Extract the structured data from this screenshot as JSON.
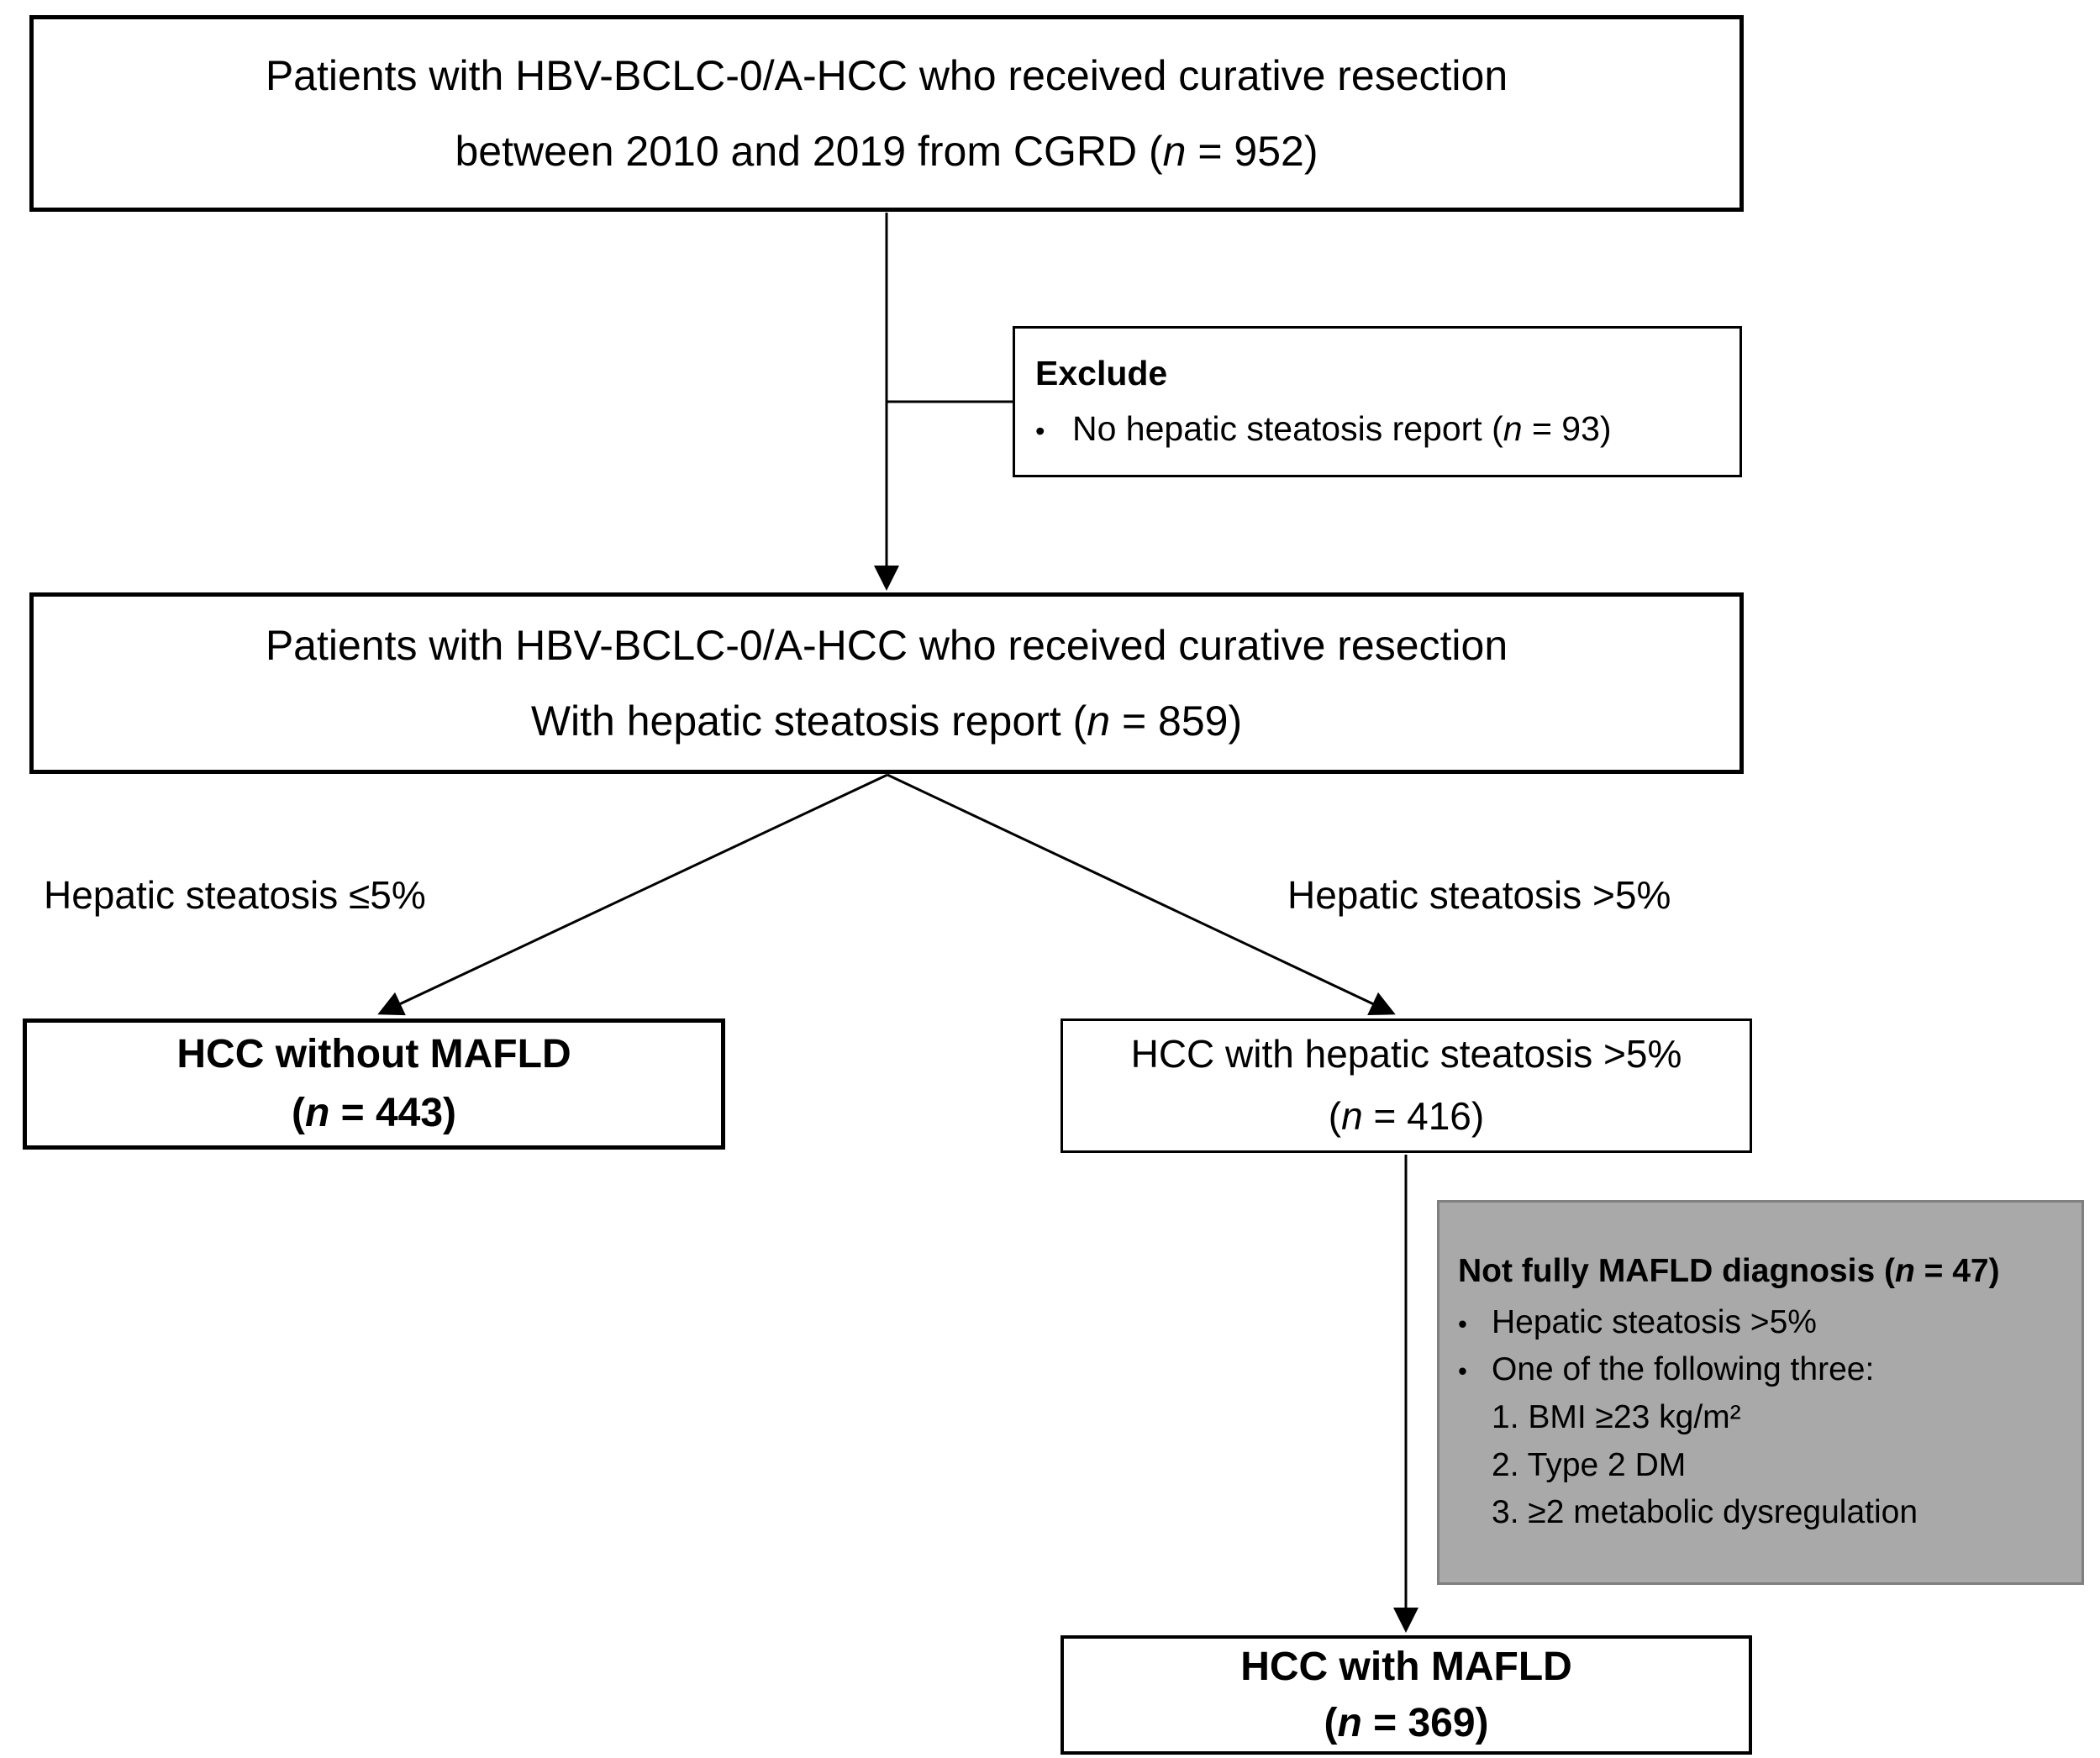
{
  "glyphs": {
    "bullet": "•"
  },
  "colors": {
    "line": "#000000",
    "box_background": "#ffffff",
    "box_border": "#000000",
    "gray_box_fill": "#a9a9a9",
    "gray_box_border": "#7f7f7f"
  },
  "boxes": {
    "source": {
      "line1": "Patients with HBV-BCLC-0/A-HCC who received curative resection",
      "line2": "between 2010 and 2019 from CGRD (n = 952)"
    },
    "exclude": {
      "title": "Exclude",
      "item": "No hepatic steatosis report (n = 93)"
    },
    "with_report": {
      "line1": "Patients with HBV-BCLC-0/A-HCC who received curative resection",
      "line2": "With hepatic steatosis report (n = 859)"
    },
    "without_mafld": {
      "line1": "HCC without MAFLD",
      "line2": "(n = 443)"
    },
    "steatosis5": {
      "line1": "HCC with hepatic steatosis >5%",
      "line2": "(n = 416)"
    },
    "not_fully": {
      "title": "Not fully MAFLD diagnosis (n = 47)",
      "bullets": [
        "Hepatic steatosis >5%",
        "One of the following three:"
      ],
      "numbered": [
        "1. BMI ≥23 kg/m²",
        "2. Type 2 DM",
        "3. ≥2 metabolic dysregulation"
      ]
    },
    "with_mafld": {
      "line1": "HCC with MAFLD",
      "line2": "(n = 369)"
    }
  },
  "labels": {
    "branch_left": "Hepatic steatosis ≤5%",
    "branch_right": "Hepatic steatosis >5%"
  }
}
